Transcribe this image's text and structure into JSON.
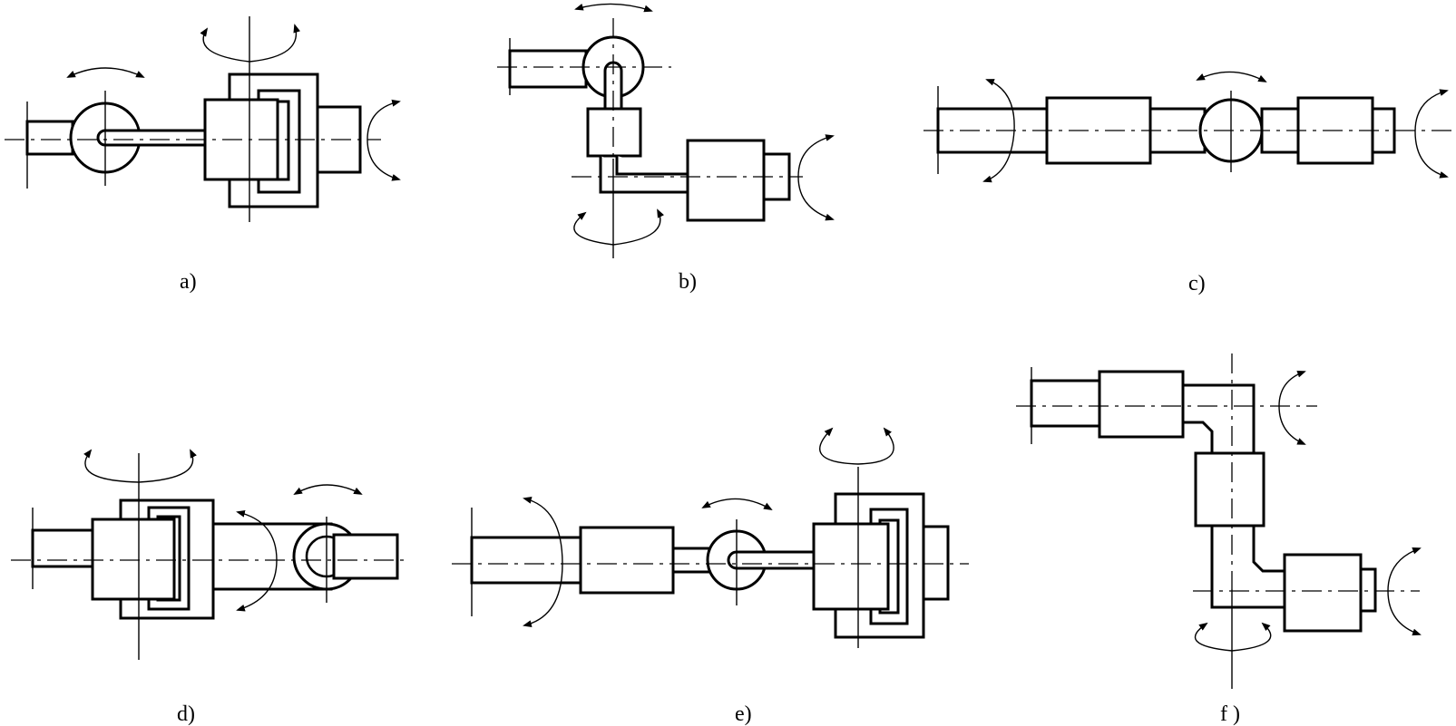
{
  "diagrams": [
    {
      "id": "a",
      "label": "a)"
    },
    {
      "id": "b",
      "label": "b)"
    },
    {
      "id": "c",
      "label": "c)"
    },
    {
      "id": "d",
      "label": "d)"
    },
    {
      "id": "e",
      "label": "e)"
    },
    {
      "id": "f",
      "label": "f )"
    }
  ],
  "colors": {
    "line": "#000000",
    "background": "#ffffff"
  }
}
